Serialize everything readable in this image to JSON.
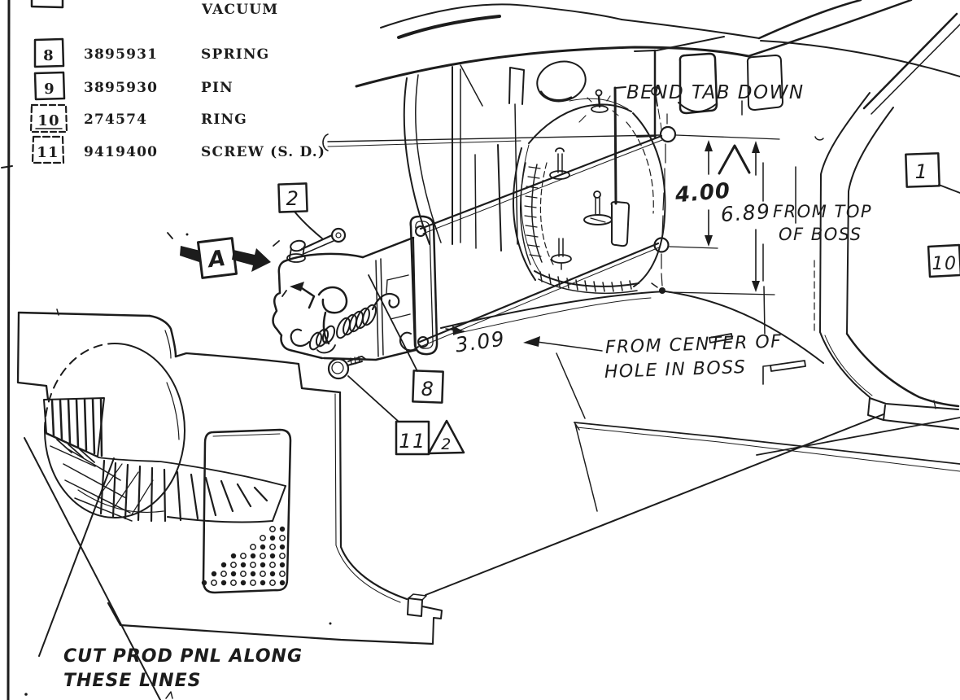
{
  "parts_list": {
    "partial_row": {
      "name": "VACUUM"
    },
    "rows": [
      {
        "ref": "8",
        "part_number": "3895931",
        "name": "SPRING"
      },
      {
        "ref": "9",
        "part_number": "3895930",
        "name": "PIN"
      },
      {
        "ref": "10",
        "part_number": "274574",
        "name": "RING"
      },
      {
        "ref": "11",
        "part_number": "9419400",
        "name": "SCREW (S. D.)"
      }
    ]
  },
  "callouts": {
    "view_a": "A",
    "lever": "2",
    "spring": "8",
    "screw": "11",
    "screw_note": "2",
    "panel": "1",
    "ring": "10"
  },
  "annotations": {
    "bend_tab": "BEND TAB DOWN",
    "dim_vertical_small": "4.00",
    "dim_vertical_large": "6.89",
    "from_top_1": "FROM TOP",
    "from_top_2": "OF BOSS",
    "dim_horizontal": "3.09",
    "from_center_1": "FROM CENTER OF",
    "from_center_2": "HOLE IN BOSS",
    "cut_note_1": "CUT PROD PNL ALONG",
    "cut_note_2": "THESE LINES"
  },
  "colors": {
    "ink": "#1c1c1c",
    "paper": "#ffffff"
  }
}
